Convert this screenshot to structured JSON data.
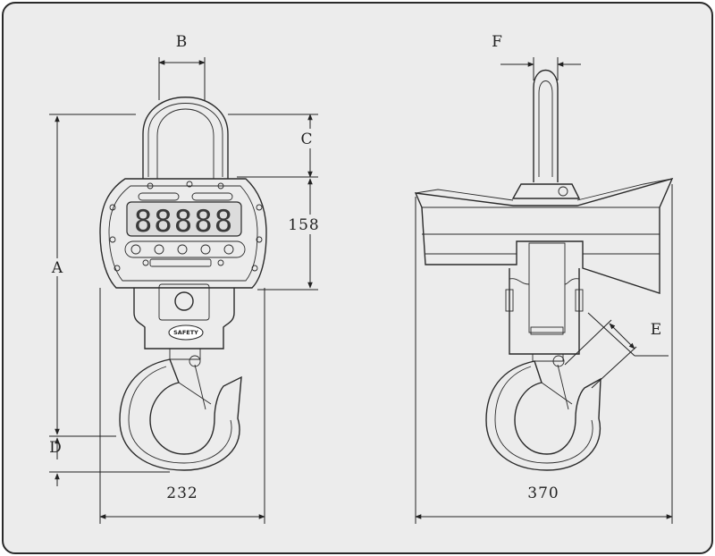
{
  "dimension_labels": {
    "A": "A",
    "B": "B",
    "C": "C",
    "D": "D",
    "E": "E",
    "F": "F",
    "display_height": "158",
    "front_width": "232",
    "side_width": "370"
  },
  "display_readout": "88888",
  "badge_text": "SAFETY",
  "colors": {
    "frame_fill": "#ececec",
    "frame_stroke": "#2a2a2a",
    "line": "#222222"
  }
}
